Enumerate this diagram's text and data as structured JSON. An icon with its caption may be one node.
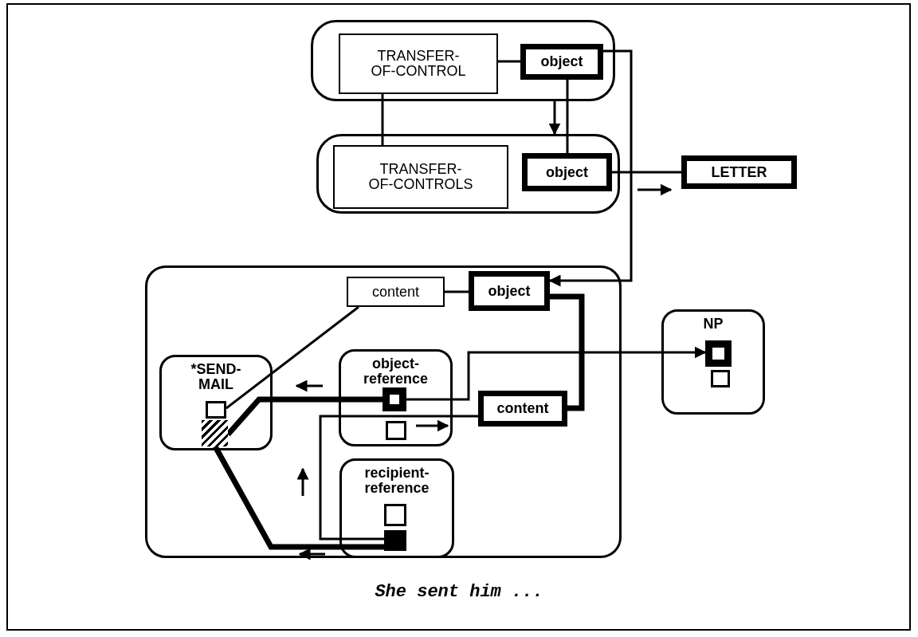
{
  "diagram": {
    "caption": "She sent him ...",
    "nodes": [
      {
        "text": [],
        "shape": "box"
      },
      {
        "text": [
          "TRANSFER- OF-CONTROL"
        ],
        "in": 0
      },
      {
        "text": [
          "object"
        ],
        "in": 0
      },
      {
        "text": [],
        "shape": "box"
      },
      {
        "text": [
          "TRANSFER- OF-CONTROLS"
        ],
        "in": 3
      },
      {
        "text": [
          "object"
        ],
        "in": 3
      },
      {
        "text": [
          "LETTER"
        ]
      },
      {
        "text": [],
        "shape": "box"
      },
      {
        "text": [
          "content"
        ],
        "in": 7
      },
      {
        "text": [
          "object"
        ],
        "in": 7
      },
      {
        "text": [
          "*SEND- MAIL"
        ],
        "in": 7
      },
      {
        "text": [],
        "shape": "box",
        "in": 10
      },
      {
        "text": [],
        "shape": "box",
        "in": 10
      },
      {
        "text": [
          "object- reference"
        ],
        "in": 7
      },
      {
        "text": [],
        "shape": "box",
        "in": 13
      },
      {
        "text": [],
        "shape": "box",
        "in": 13
      },
      {
        "text": [
          "recipient- reference"
        ],
        "in": 7
      },
      {
        "text": [],
        "shape": "box",
        "in": 16
      },
      {
        "text": [],
        "shape": "box",
        "in": 16
      },
      {
        "text": [
          "content"
        ],
        "in": 7
      },
      {
        "text": [
          "NP"
        ]
      },
      {
        "text": [],
        "shape": "box",
        "in": 20
      },
      {
        "text": [],
        "shape": "box",
        "in": 20
      }
    ],
    "edges": [
      {
        "from": 1,
        "to": 2,
        "arrow": "none"
      },
      {
        "from": 1,
        "to": 4,
        "arrow": "none"
      },
      {
        "from": 2,
        "to": 5,
        "arrow": "none"
      },
      {
        "from": 0,
        "to": 3,
        "arrow": "to"
      },
      {
        "from": 5,
        "to": 6,
        "arrow": "none"
      },
      {
        "from": 2,
        "to": 9,
        "arrow": "to"
      },
      {
        "from": 8,
        "to": 9,
        "arrow": "none"
      },
      {
        "from": 8,
        "to": 11,
        "arrow": "none"
      },
      {
        "from": 9,
        "to": 19,
        "arrow": "none",
        "style": "thick"
      },
      {
        "from": 12,
        "to": 14,
        "arrow": "none",
        "style": "thick"
      },
      {
        "from": 14,
        "to": 21,
        "arrow": "to"
      },
      {
        "from": 19,
        "to": 18,
        "arrow": "none"
      },
      {
        "from": 12,
        "to": 18,
        "arrow": "none",
        "style": "thick"
      }
    ]
  }
}
